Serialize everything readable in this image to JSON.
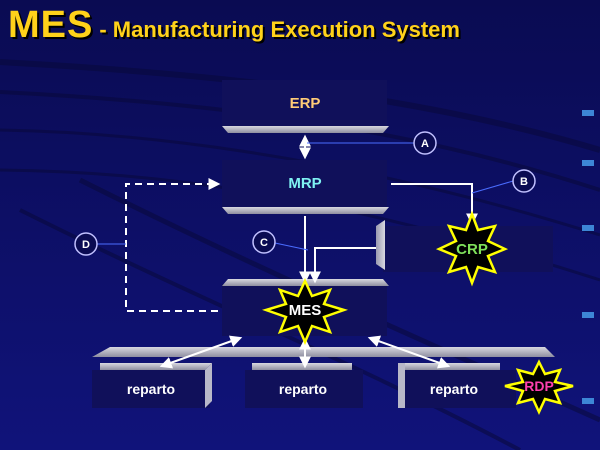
{
  "title": {
    "main": "MES",
    "subtitle": "- Manufacturing Execution System"
  },
  "nodes": {
    "erp": "ERP",
    "mrp": "MRP",
    "mes": "MES",
    "crp": "CRP",
    "rdp": "RDP",
    "reparto_1": "reparto",
    "reparto_2": "reparto",
    "reparto_3": "reparto"
  },
  "callouts": {
    "a": "A",
    "b": "B",
    "c": "C",
    "d": "D"
  },
  "colors": {
    "background": "#0b0c63",
    "title": "#ffd21a",
    "erp_label": "#ffcc77",
    "mrp_label": "#7ff2f2",
    "crp_label": "#7fe05a",
    "rdp_label": "#ff3fb0",
    "starburst_fill": "#000000",
    "starburst_stroke": "#ffff00"
  }
}
